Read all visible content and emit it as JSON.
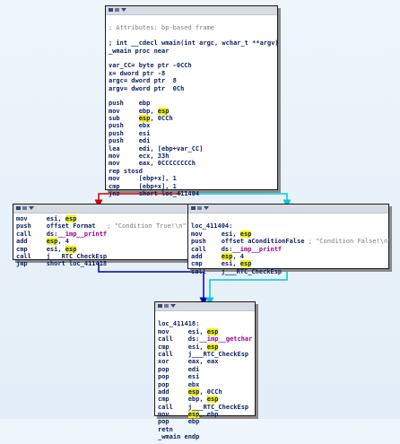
{
  "window": {
    "title": "IDA graph view"
  },
  "nodes": {
    "entry": {
      "lines": [
        {
          "t": ""
        },
        {
          "t": "; Attributes: bp-based frame",
          "c": "cm"
        },
        {
          "t": ""
        },
        {
          "t": "; int __cdecl wmain(int argc, wchar_t **argv)"
        },
        {
          "t": "_wmain proc near"
        },
        {
          "t": ""
        },
        {
          "t": "var_CC= byte ptr -0CCh"
        },
        {
          "t": "x= dword ptr -8"
        },
        {
          "t": "argc= dword ptr  8"
        },
        {
          "t": "argv= dword ptr  0Ch"
        },
        {
          "t": ""
        },
        {
          "t": "push    ebp"
        },
        {
          "t": "mov     ebp, esp",
          "hl": "esp"
        },
        {
          "t": "sub     esp, 0CCh",
          "hl": "esp"
        },
        {
          "t": "push    ebx"
        },
        {
          "t": "push    esi"
        },
        {
          "t": "push    edi"
        },
        {
          "t": "lea     edi, [ebp+var_CC]"
        },
        {
          "t": "mov     ecx, 33h"
        },
        {
          "t": "mov     eax, 0CCCCCCCCh"
        },
        {
          "t": "rep stosd"
        },
        {
          "t": "mov     [ebp+x], 1"
        },
        {
          "t": "cmp     [ebp+x], 1"
        },
        {
          "t": "jnz     short loc_411404"
        }
      ]
    },
    "true_branch": {
      "lines": [
        {
          "t": "mov     esi, esp",
          "hl": "esp"
        },
        {
          "t": "push    offset Format   ; \"Condition True!\\n\""
        },
        {
          "t": "call    ds:__imp__printf",
          "pu": "__imp__printf"
        },
        {
          "t": "add     esp, 4",
          "hl": "esp"
        },
        {
          "t": "cmp     esi, esp",
          "hl": "esp"
        },
        {
          "t": "call    j___RTC_CheckEsp"
        },
        {
          "t": "jmp     short loc_411418"
        }
      ]
    },
    "false_branch": {
      "lines": [
        {
          "t": ""
        },
        {
          "t": "loc_411404:"
        },
        {
          "t": "mov     esi, esp",
          "hl": "esp"
        },
        {
          "t": "push    offset aConditionFalse ; \"Condition False!\\n\""
        },
        {
          "t": "call    ds:__imp__printf",
          "pu": "__imp__printf"
        },
        {
          "t": "add     esp, 4",
          "hl": "esp"
        },
        {
          "t": "cmp     esi, esp",
          "hl": "esp"
        },
        {
          "t": "call    j___RTC_CheckEsp"
        }
      ]
    },
    "exit": {
      "lines": [
        {
          "t": ""
        },
        {
          "t": "loc_411418:"
        },
        {
          "t": "mov     esi, esp",
          "hl": "esp"
        },
        {
          "t": "call    ds:__imp__getchar",
          "pu": "__imp__getchar"
        },
        {
          "t": "cmp     esi, esp",
          "hl": "esp"
        },
        {
          "t": "call    j___RTC_CheckEsp"
        },
        {
          "t": "xor     eax, eax"
        },
        {
          "t": "pop     edi"
        },
        {
          "t": "pop     esi"
        },
        {
          "t": "pop     ebx"
        },
        {
          "t": "add     esp, 0CCh",
          "hl": "esp"
        },
        {
          "t": "cmp     ebp, esp",
          "hl": "esp"
        },
        {
          "t": "call    j___RTC_CheckEsp"
        },
        {
          "t": "mov     esp, ebp",
          "hl": "esp"
        },
        {
          "t": "pop     ebp"
        },
        {
          "t": "retn"
        },
        {
          "t": "_wmain endp"
        }
      ]
    }
  },
  "colors": {
    "edge_false": "#cc0000",
    "edge_true": "#00c8e0",
    "edge_uncond": "#0000b0",
    "highlight": "#f4f400",
    "code": "#0b1f63",
    "import": "#a00090"
  }
}
